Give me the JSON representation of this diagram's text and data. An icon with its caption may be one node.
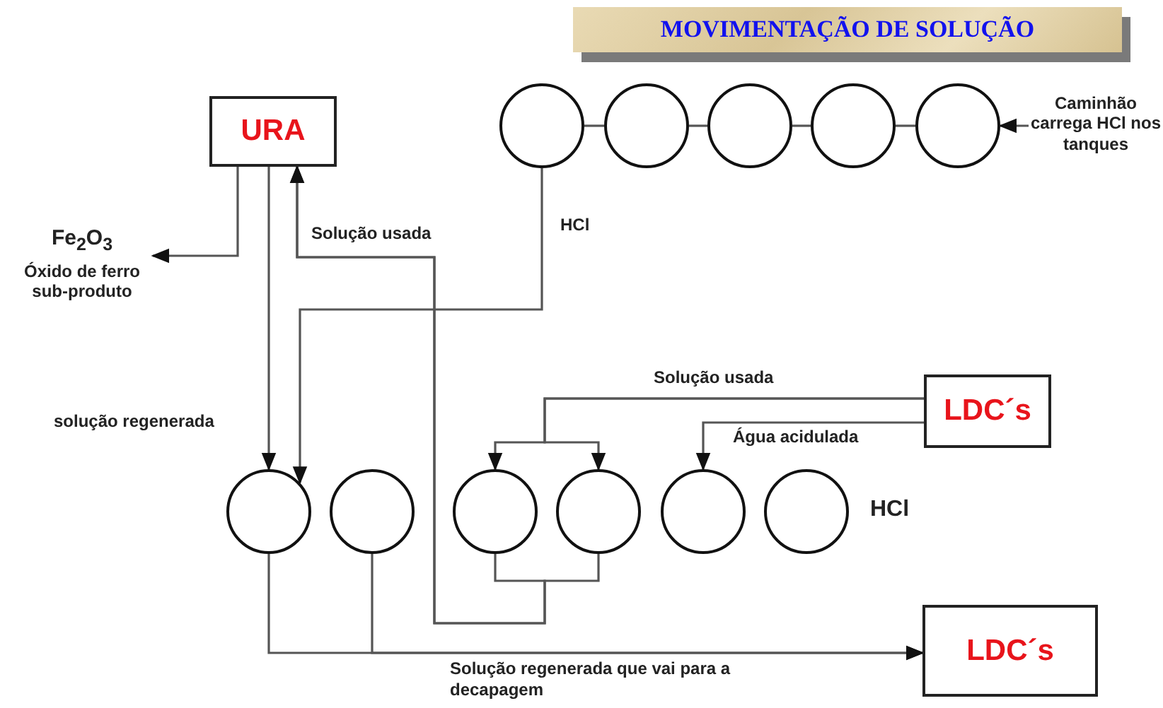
{
  "diagram": {
    "title": "MOVIMENTAÇÃO DE SOLUÇÃO",
    "nodes": [
      {
        "text": [
          "URA"
        ]
      },
      {
        "text": [],
        "shape": "circle"
      },
      {
        "text": [],
        "shape": "circle"
      },
      {
        "text": [],
        "shape": "circle"
      },
      {
        "text": [],
        "shape": "circle"
      },
      {
        "text": [],
        "shape": "circle"
      },
      {
        "text": [
          "Caminhão carrega HCl nos tanques"
        ]
      },
      {
        "text": [
          "Fe$_{2}$O$_{3}$",
          "Óxido de ferro sub-produto"
        ]
      },
      {
        "text": [
          "LDC´s"
        ]
      },
      {
        "text": [],
        "shape": "circle"
      },
      {
        "text": [],
        "shape": "circle"
      },
      {
        "text": [],
        "shape": "circle"
      },
      {
        "text": [],
        "shape": "circle"
      },
      {
        "text": [],
        "shape": "circle"
      },
      {
        "text": [],
        "shape": "circle"
      },
      {
        "text": [
          "LDC´s"
        ]
      }
    ],
    "edges": [
      {
        "from": 6,
        "to": 5,
        "arrow": "to"
      },
      {
        "from": 1,
        "to": 2,
        "arrow": "none"
      },
      {
        "from": 2,
        "to": 3,
        "arrow": "none"
      },
      {
        "from": 3,
        "to": 4,
        "arrow": "none"
      },
      {
        "from": 4,
        "to": 5,
        "arrow": "none"
      },
      {
        "from": 0,
        "to": 7,
        "arrow": "to"
      },
      {
        "from": 0,
        "to": 9,
        "arrow": "to",
        "label": "solução regenerada"
      },
      {
        "from": 1,
        "to": 9,
        "arrow": "to",
        "label": "HCl"
      },
      {
        "from": 8,
        "to": 11,
        "arrow": "to",
        "label": "Solução usada"
      },
      {
        "from": 8,
        "to": 12,
        "arrow": "to"
      },
      {
        "from": 8,
        "to": 13,
        "arrow": "to",
        "label": "Água acidulada"
      },
      {
        "from": 11,
        "to": 0,
        "arrow": "to",
        "label": "Solução usada"
      },
      {
        "from": 12,
        "to": 0,
        "arrow": "to"
      },
      {
        "from": 9,
        "to": 15,
        "arrow": "to",
        "label": "Solução regenerada que vai para a decapagem"
      },
      {
        "from": 10,
        "to": 15,
        "arrow": "to"
      }
    ],
    "labels": [
      "HCl"
    ]
  }
}
